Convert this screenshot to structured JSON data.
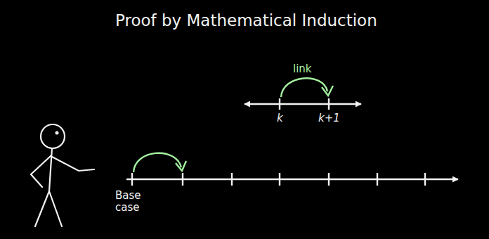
{
  "diagram": {
    "title": "Proof by Mathematical Induction",
    "labels": [
      "link",
      "k",
      "k+1",
      "Base case"
    ]
  }
}
